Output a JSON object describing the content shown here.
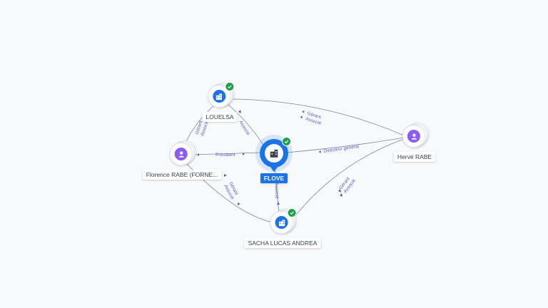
{
  "nodes": {
    "flove": {
      "label": "FLOVE",
      "kind": "company",
      "icon": "building-icon",
      "verified": true,
      "main": true
    },
    "louelsa": {
      "label": "LOUELSA",
      "kind": "company",
      "icon": "building-icon",
      "verified": true
    },
    "sacha": {
      "label": "SACHA LUCAS ANDREA",
      "kind": "company",
      "icon": "building-icon",
      "verified": true
    },
    "florence": {
      "label": "Florence RABE (FORNE...",
      "kind": "person",
      "icon": "person-icon"
    },
    "herve": {
      "label": "Hervé RABE",
      "kind": "person",
      "icon": "person-icon"
    }
  },
  "edges": {
    "florence_flove": [
      "Président"
    ],
    "florence_louelsa": [
      "Gérant",
      "Associé"
    ],
    "florence_sacha": [
      "Gérant",
      "Associé"
    ],
    "louelsa_flove": [
      "Associé"
    ],
    "flove_sacha": [
      "Associé"
    ],
    "herve_flove": [
      "Directeur général"
    ],
    "herve_louelsa": [
      "Gérant",
      "Associé"
    ],
    "herve_sacha": [
      "Gérant",
      "Associé"
    ]
  },
  "colors": {
    "company": "#1a73e8",
    "person": "#8a5cf6",
    "verified": "#1e9e4f",
    "edge_label": "#5b5fc7"
  }
}
